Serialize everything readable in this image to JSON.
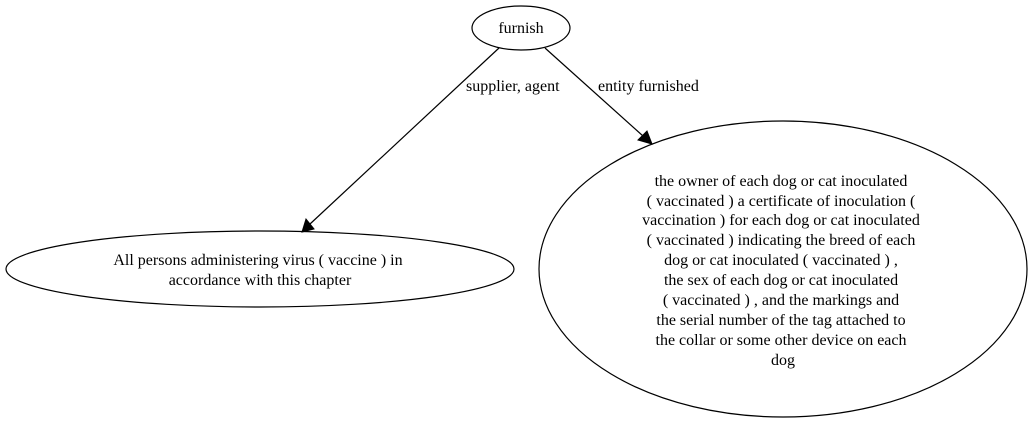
{
  "nodes": {
    "root": {
      "label": "furnish"
    },
    "supplier": {
      "lines": [
        "All persons administering virus ( vaccine ) in",
        "accordance with this chapter"
      ]
    },
    "furnished": {
      "lines": [
        "the owner of each dog or cat inoculated",
        "( vaccinated ) a certificate of inoculation (",
        "vaccination ) for each dog or cat inoculated",
        "( vaccinated ) indicating the breed of each",
        "dog or cat inoculated ( vaccinated ) ,",
        "the sex of each dog or cat inoculated",
        "( vaccinated ) , and the markings and",
        "the serial number of the tag attached to",
        "the collar or some other device on each",
        "dog"
      ]
    }
  },
  "edges": {
    "supplier": {
      "label": "supplier, agent"
    },
    "furnished": {
      "label": "entity furnished"
    }
  }
}
